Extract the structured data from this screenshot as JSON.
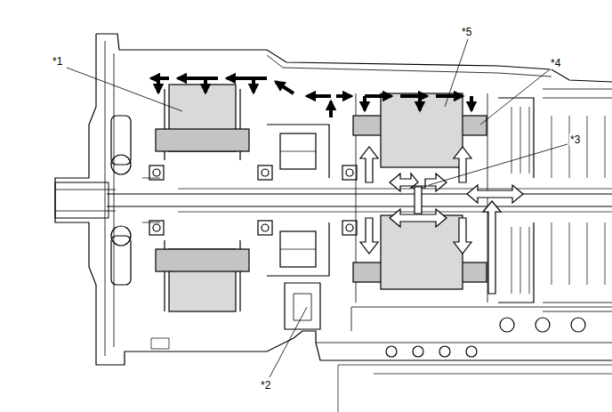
{
  "diagram": {
    "labels": [
      "*1",
      "*2",
      "*3",
      "*4",
      "*5"
    ]
  }
}
